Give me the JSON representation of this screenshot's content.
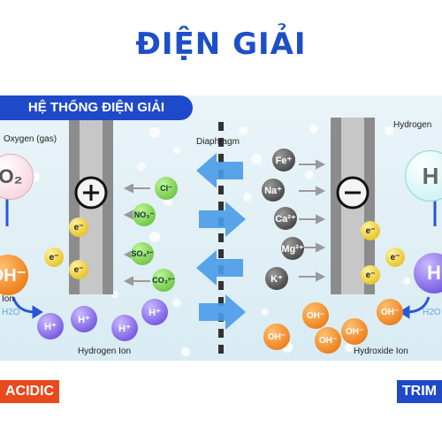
{
  "title": "ĐIỆN GIẢI",
  "banner": "HỆ THỐNG ĐIỆN GIẢI",
  "labels": {
    "oxygen": "Oxygen (gas)",
    "hydrogen_gas": "Hydrogen",
    "diaphragm": "Diaphragm",
    "hydrogen_ion": "Hydrogen Ion",
    "hydroxide_ion": "Hydroxide Ion",
    "left_water": "H2O",
    "right_water": "H2O",
    "ion_left": "Ion"
  },
  "electrodes": {
    "anode": "+",
    "cathode": "−"
  },
  "anions": [
    "Cl⁻",
    "NO₃⁻",
    "SO₄²⁻",
    "CO₃²⁻"
  ],
  "cations": [
    "Fe⁺",
    "Na⁺",
    "Ca²⁺",
    "Mg²⁺",
    "K⁺"
  ],
  "electron": "e⁻",
  "big_left": {
    "o2": "O₂",
    "oh": "OH⁻"
  },
  "big_right": {
    "h2": "H",
    "h": "H"
  },
  "h_ions": [
    "H⁺",
    "H⁺",
    "H⁺",
    "H⁺"
  ],
  "oh_ions": [
    "OH⁻",
    "OH⁻",
    "OH⁻",
    "OH⁻",
    "OH⁻"
  ],
  "bottom": {
    "left": "ACIDIC",
    "right": "TRIM"
  },
  "colors": {
    "accent": "#1e49c8",
    "acidic": "#e8491d",
    "trim": "#1e49c8"
  }
}
